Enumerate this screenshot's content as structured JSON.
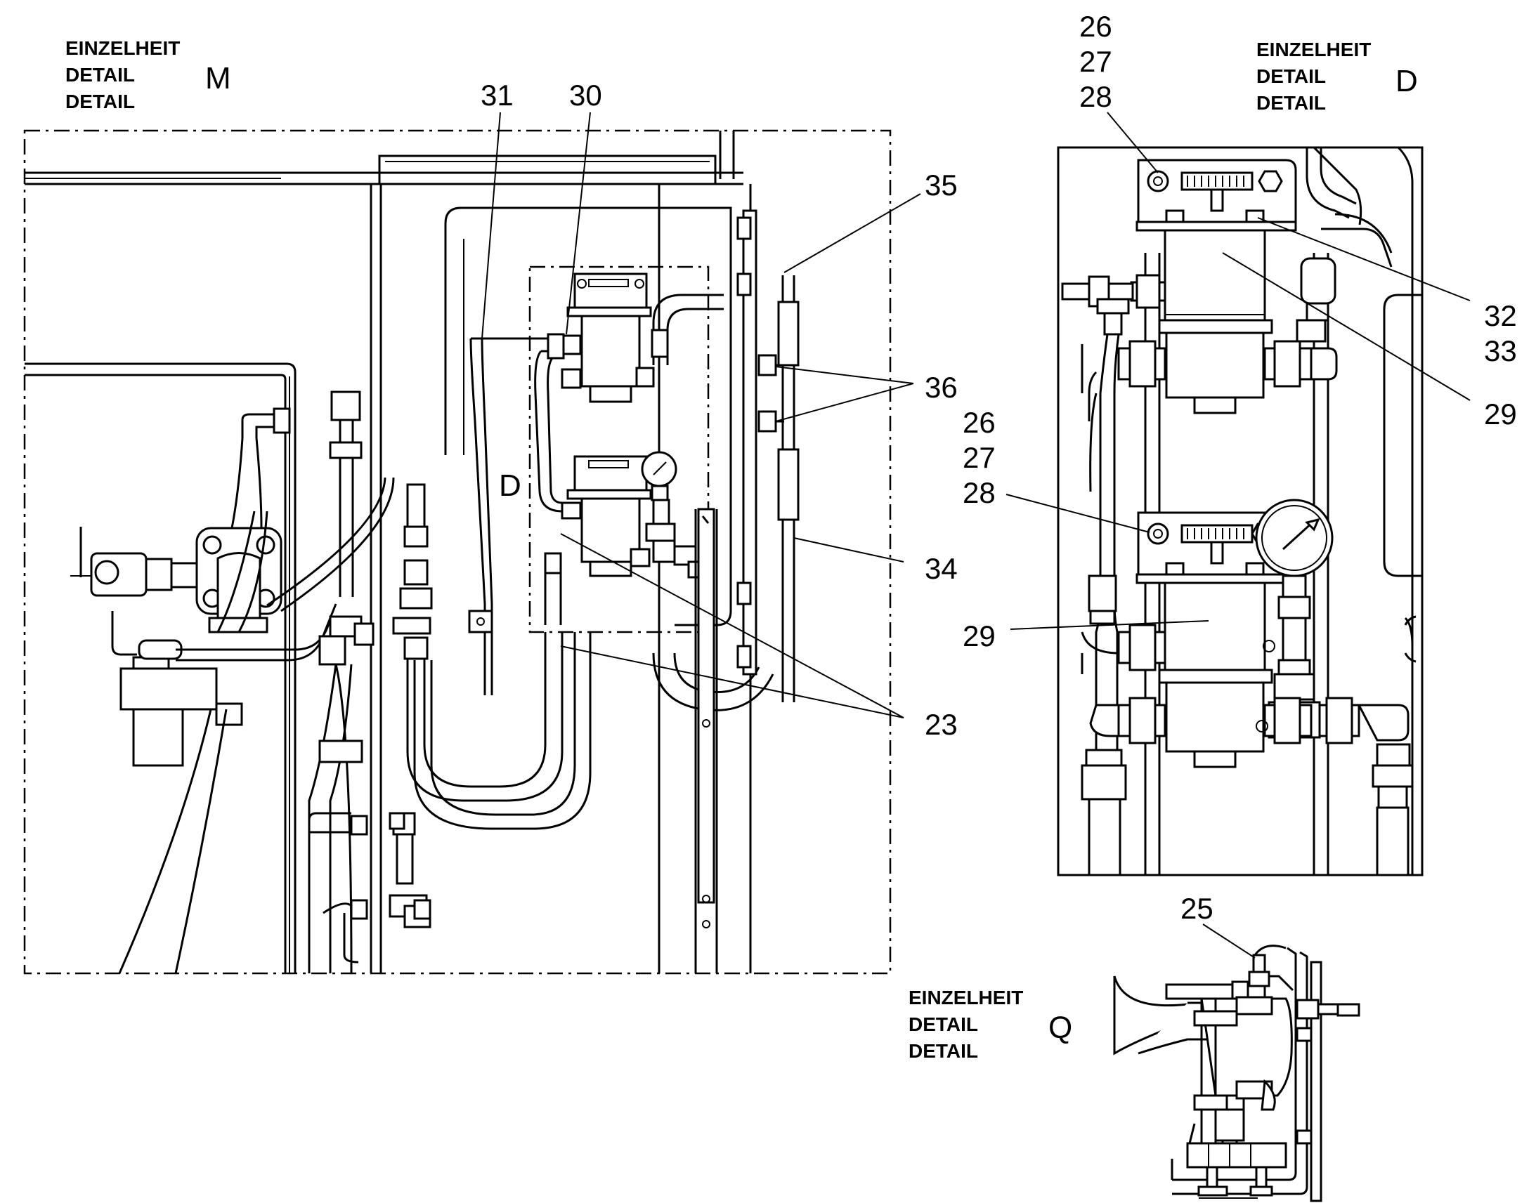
{
  "detail_m": {
    "line1": "EINZELHEIT",
    "line2": "DETAIL",
    "line3": "DETAIL",
    "letter": "M"
  },
  "detail_d": {
    "line1": "EINZELHEIT",
    "line2": "DETAIL",
    "line3": "DETAIL",
    "letter": "D"
  },
  "detail_q": {
    "line1": "EINZELHEIT",
    "line2": "DETAIL",
    "line3": "DETAIL",
    "letter": "Q"
  },
  "callout_d_marker": "D",
  "callouts_m": {
    "c31": "31",
    "c30": "30",
    "c35": "35",
    "c36": "36",
    "c26": "26",
    "c27": "27",
    "c28": "28",
    "c34": "34",
    "c23": "23"
  },
  "callouts_d": {
    "t26": "26",
    "t27": "27",
    "t28": "28",
    "c32": "32",
    "c33": "33",
    "c29a": "29",
    "c29b": "29"
  },
  "callouts_q": {
    "c25": "25"
  }
}
